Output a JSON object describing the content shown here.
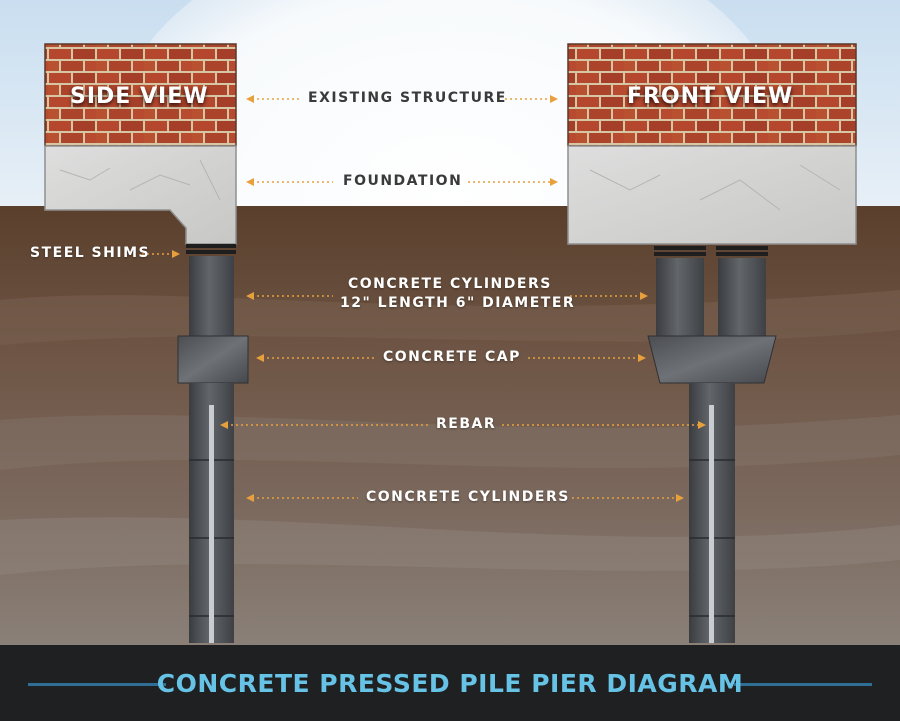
{
  "views": {
    "side": "SIDE VIEW",
    "front": "FRONT VIEW"
  },
  "labels": {
    "existing_structure": "EXISTING STRUCTURE",
    "foundation": "FOUNDATION",
    "steel_shims": "STEEL SHIMS",
    "cylinders_top_line1": "CONCRETE CYLINDERS",
    "cylinders_top_line2": "12\" LENGTH 6\" DIAMETER",
    "concrete_cap": "CONCRETE CAP",
    "rebar": "REBAR",
    "concrete_cylinders": "CONCRETE CYLINDERS"
  },
  "footer": {
    "title": "CONCRETE PRESSED PILE PIER DIAGRAM"
  },
  "colors": {
    "sky": "#cfe1f1",
    "soil": "#6e5646",
    "brick": "#b1452d",
    "mortar": "#d9c9a8",
    "concrete": "#d6d6d4",
    "pile": "#55585c",
    "arrow": "#e8a03c",
    "footer_text": "#67c3e6"
  }
}
